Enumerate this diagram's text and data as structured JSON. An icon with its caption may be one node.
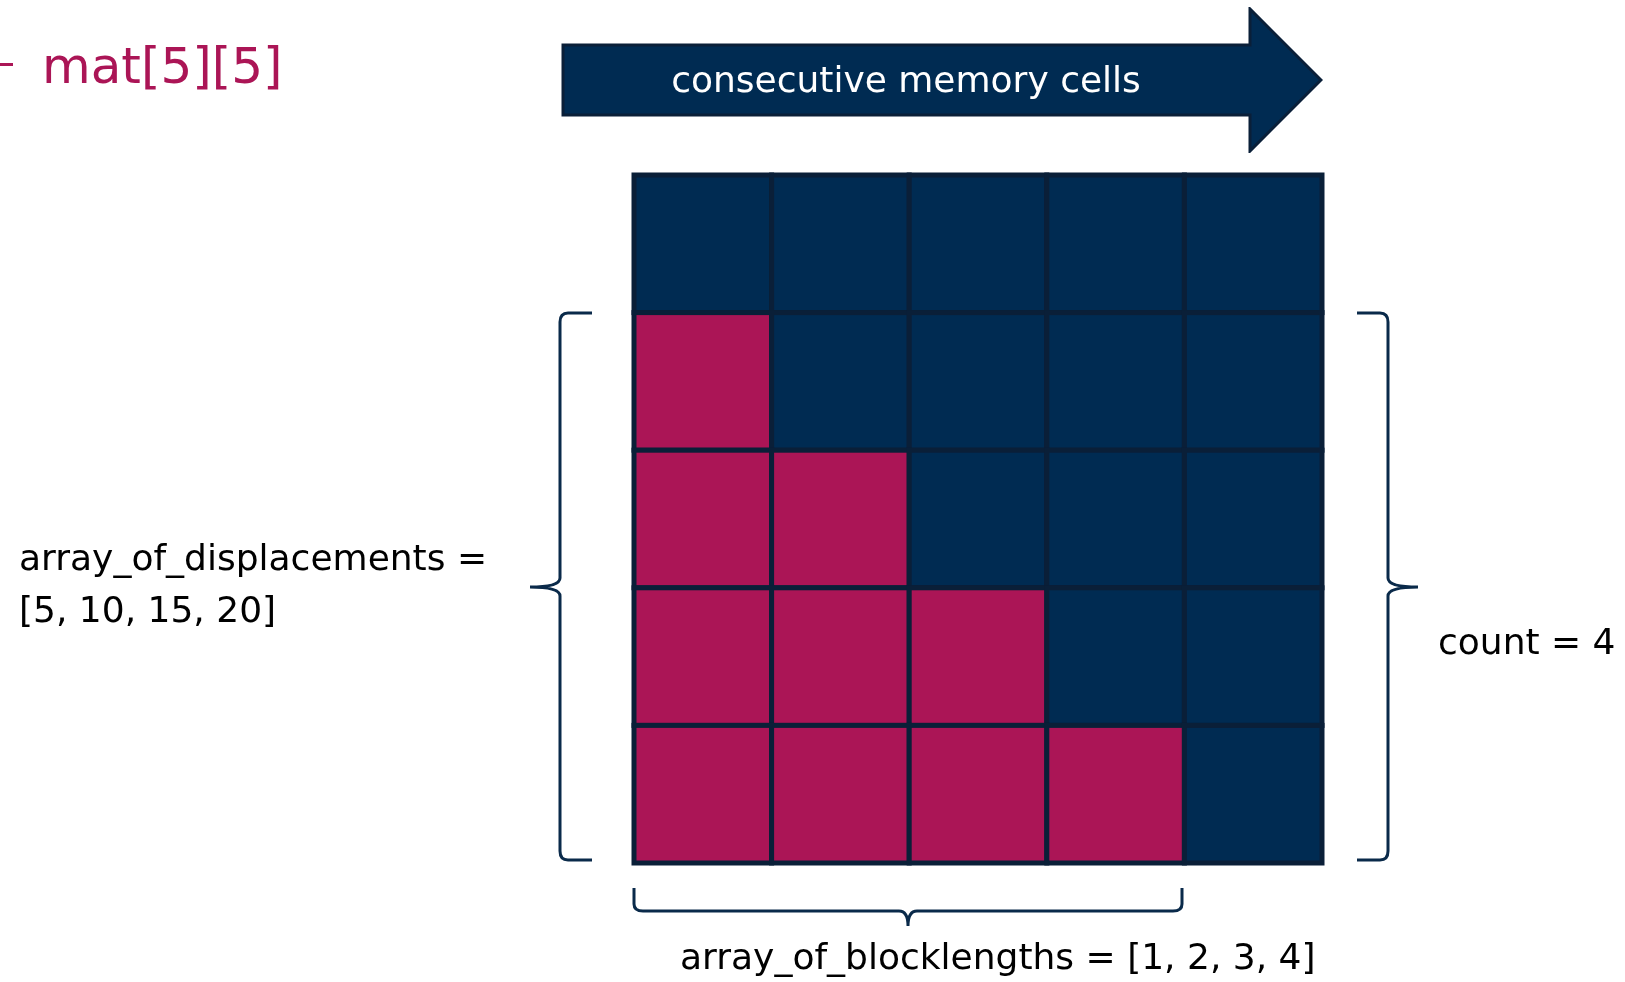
{
  "diagram": {
    "nodes": [
      {
        "text": [
          "consecutive memory cells"
        ]
      }
    ],
    "labels": [
      "mat[5][5]",
      "array_of_displacements = [5, 10, 15, 20]",
      "count = 4",
      "array_of_blocklengths = [1, 2, 3, 4]"
    ]
  }
}
